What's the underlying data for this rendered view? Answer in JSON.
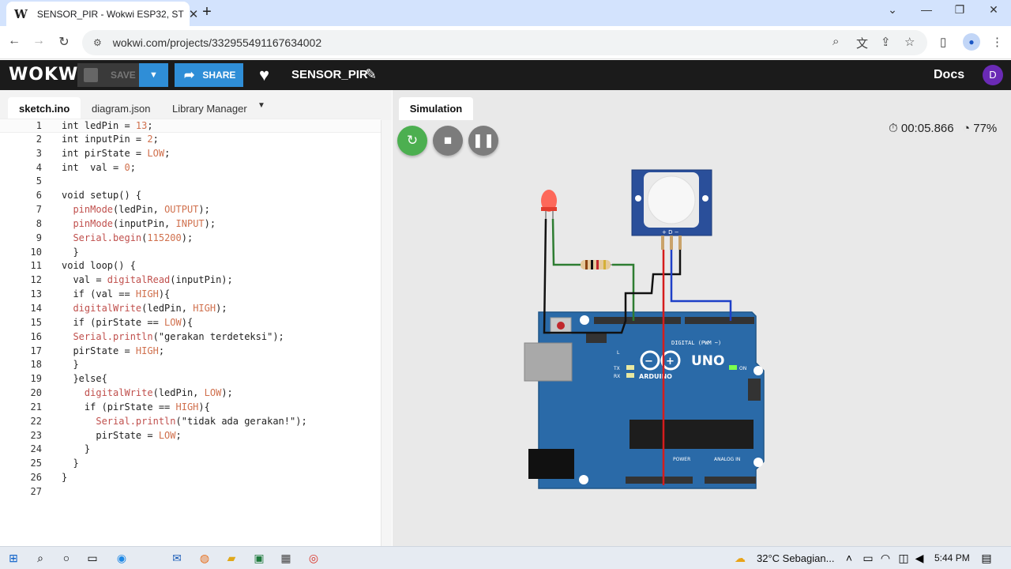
{
  "browser": {
    "tab_title": "SENSOR_PIR - Wokwi ESP32, ST",
    "tab_favicon": "W",
    "url": "wokwi.com/projects/332955491167634002"
  },
  "header": {
    "logo": "WOKWI",
    "save_label": "SAVE",
    "share_label": "SHARE",
    "project_name": "SENSOR_PIR",
    "docs_label": "Docs",
    "avatar_initial": "D"
  },
  "editor": {
    "tabs": [
      "sketch.ino",
      "diagram.json",
      "Library Manager"
    ],
    "active_tab": "sketch.ino",
    "lines": [
      "int ledPin = 13;",
      "int inputPin = 2;",
      "int pirState = LOW;",
      "int  val = 0;",
      "",
      "void setup() {",
      "  pinMode(ledPin, OUTPUT);",
      "  pinMode(inputPin, INPUT);",
      "  Serial.begin(115200);",
      "  }",
      "void loop() {",
      "  val = digitalRead(inputPin);",
      "  if (val == HIGH){",
      "  digitalWrite(ledPin, HIGH);",
      "  if (pirState == LOW){",
      "  Serial.println(\"gerakan terdeteksi\");",
      "  pirState = HIGH;",
      "  }",
      "  }else{",
      "    digitalWrite(ledPin, LOW);",
      "    if (pirState == HIGH){",
      "      Serial.println(\"tidak ada gerakan!\");",
      "      pirState = LOW;",
      "    }",
      "  }",
      "}",
      ""
    ]
  },
  "simulation": {
    "tab_label": "Simulation",
    "timer": "00:05.866",
    "speed": "77%",
    "board_label": "UNO",
    "board_brand": "ARDUINO",
    "digital_label": "DIGITAL (PWM ~)",
    "power_label": "POWER",
    "analog_label": "ANALOG IN",
    "on_label": "ON",
    "tx_label": "TX",
    "rx_label": "RX",
    "l_label": "L"
  },
  "taskbar": {
    "weather": "32°C  Sebagian...",
    "time": "5:44 PM"
  },
  "colors": {
    "wokwi_header": "#1b1b1b",
    "share_blue": "#2f8ed7",
    "restart_green": "#4caf50",
    "board_blue": "#2a6aa8",
    "keyword": "#333333",
    "function": "#c0504d",
    "constant": "#d0704d"
  }
}
